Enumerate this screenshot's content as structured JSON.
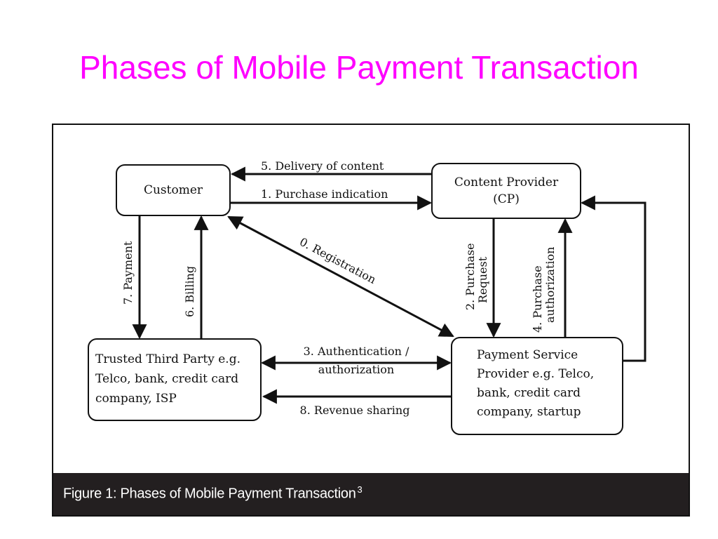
{
  "slide": {
    "title": "Phases of Mobile Payment Transaction"
  },
  "figure": {
    "caption": "Figure 1: Phases of Mobile Payment Transaction",
    "caption_ref": "3"
  },
  "nodes": {
    "customer": {
      "label": "Customer"
    },
    "content_provider": {
      "line1": "Content Provider",
      "line2": "(CP)"
    },
    "trusted_third_party": {
      "line1": "Trusted Third Party e.g.",
      "line2": "Telco, bank, credit card",
      "line3": "company, ISP"
    },
    "payment_service_provider": {
      "line1": "Payment Service",
      "line2": "Provider e.g. Telco,",
      "line3": "bank, credit card",
      "line4": "company, startup"
    }
  },
  "edges": {
    "e0": {
      "label": "0. Registration"
    },
    "e1": {
      "label": "1. Purchase indication"
    },
    "e2": {
      "line1": "2. Purchase",
      "line2": "Request"
    },
    "e3": {
      "line1": "3. Authentication /",
      "line2": "authorization"
    },
    "e4": {
      "line1": "4. Purchase",
      "line2": "authorization"
    },
    "e5": {
      "label": "5. Delivery of content"
    },
    "e6": {
      "label": "6. Billing"
    },
    "e7": {
      "label": "7. Payment"
    },
    "e8": {
      "label": "8. Revenue sharing"
    }
  }
}
